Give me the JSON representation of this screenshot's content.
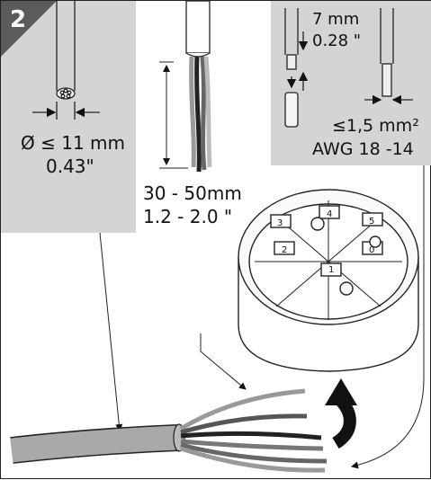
{
  "step": {
    "number": "2"
  },
  "left_panel": {
    "diameter_label": "Ø ≤ 11 mm",
    "diameter_inch": "0.43\""
  },
  "strip_length": {
    "mm": "30 - 50mm",
    "inch": "1.2 - 2.0 \""
  },
  "right_panel": {
    "strip_mm": "7 mm",
    "strip_inch": "0.28 \"",
    "cross_section": "≤1,5 mm²",
    "awg": "AWG 18 -14"
  },
  "terminal_numbers": [
    "1",
    "2",
    "3",
    "4",
    "5",
    "0"
  ],
  "colors": {
    "panel_grey": "#d4d4d4",
    "badge": "#5b5b5b",
    "line": "#1a1a1a"
  }
}
